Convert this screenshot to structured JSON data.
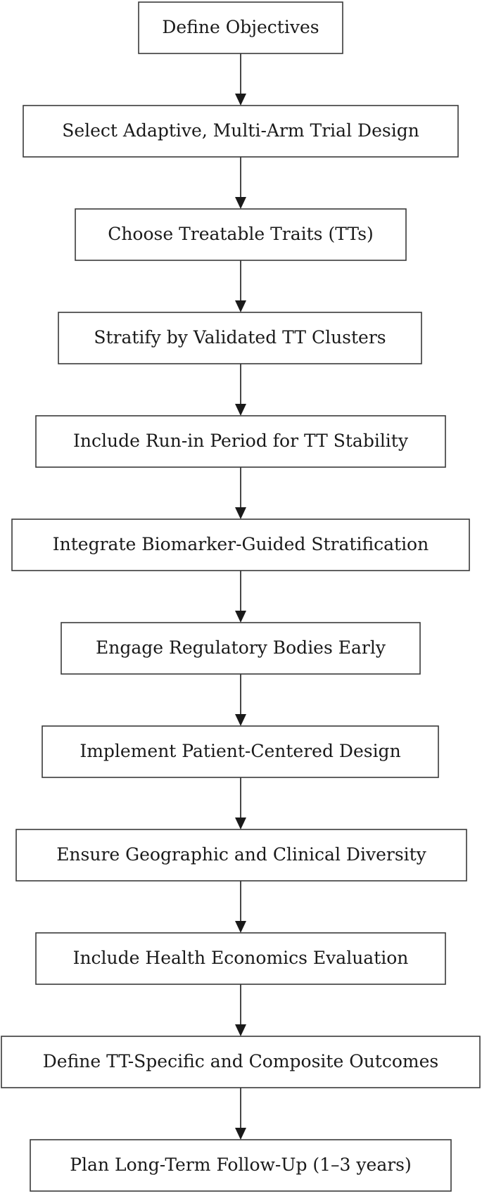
{
  "flowchart": {
    "steps": [
      {
        "label": "Define Objectives"
      },
      {
        "label": "Select Adaptive, Multi-Arm Trial Design"
      },
      {
        "label": "Choose Treatable Traits (TTs)"
      },
      {
        "label": "Stratify by Validated TT Clusters"
      },
      {
        "label": "Include Run-in Period for TT Stability"
      },
      {
        "label": "Integrate Biomarker-Guided Stratification"
      },
      {
        "label": "Engage Regulatory Bodies Early"
      },
      {
        "label": "Implement Patient-Centered Design"
      },
      {
        "label": "Ensure Geographic and Clinical Diversity"
      },
      {
        "label": "Include Health Economics Evaluation"
      },
      {
        "label": "Define TT-Specific and Composite Outcomes"
      },
      {
        "label": "Plan Long-Term Follow-Up (1–3 years)"
      }
    ]
  }
}
